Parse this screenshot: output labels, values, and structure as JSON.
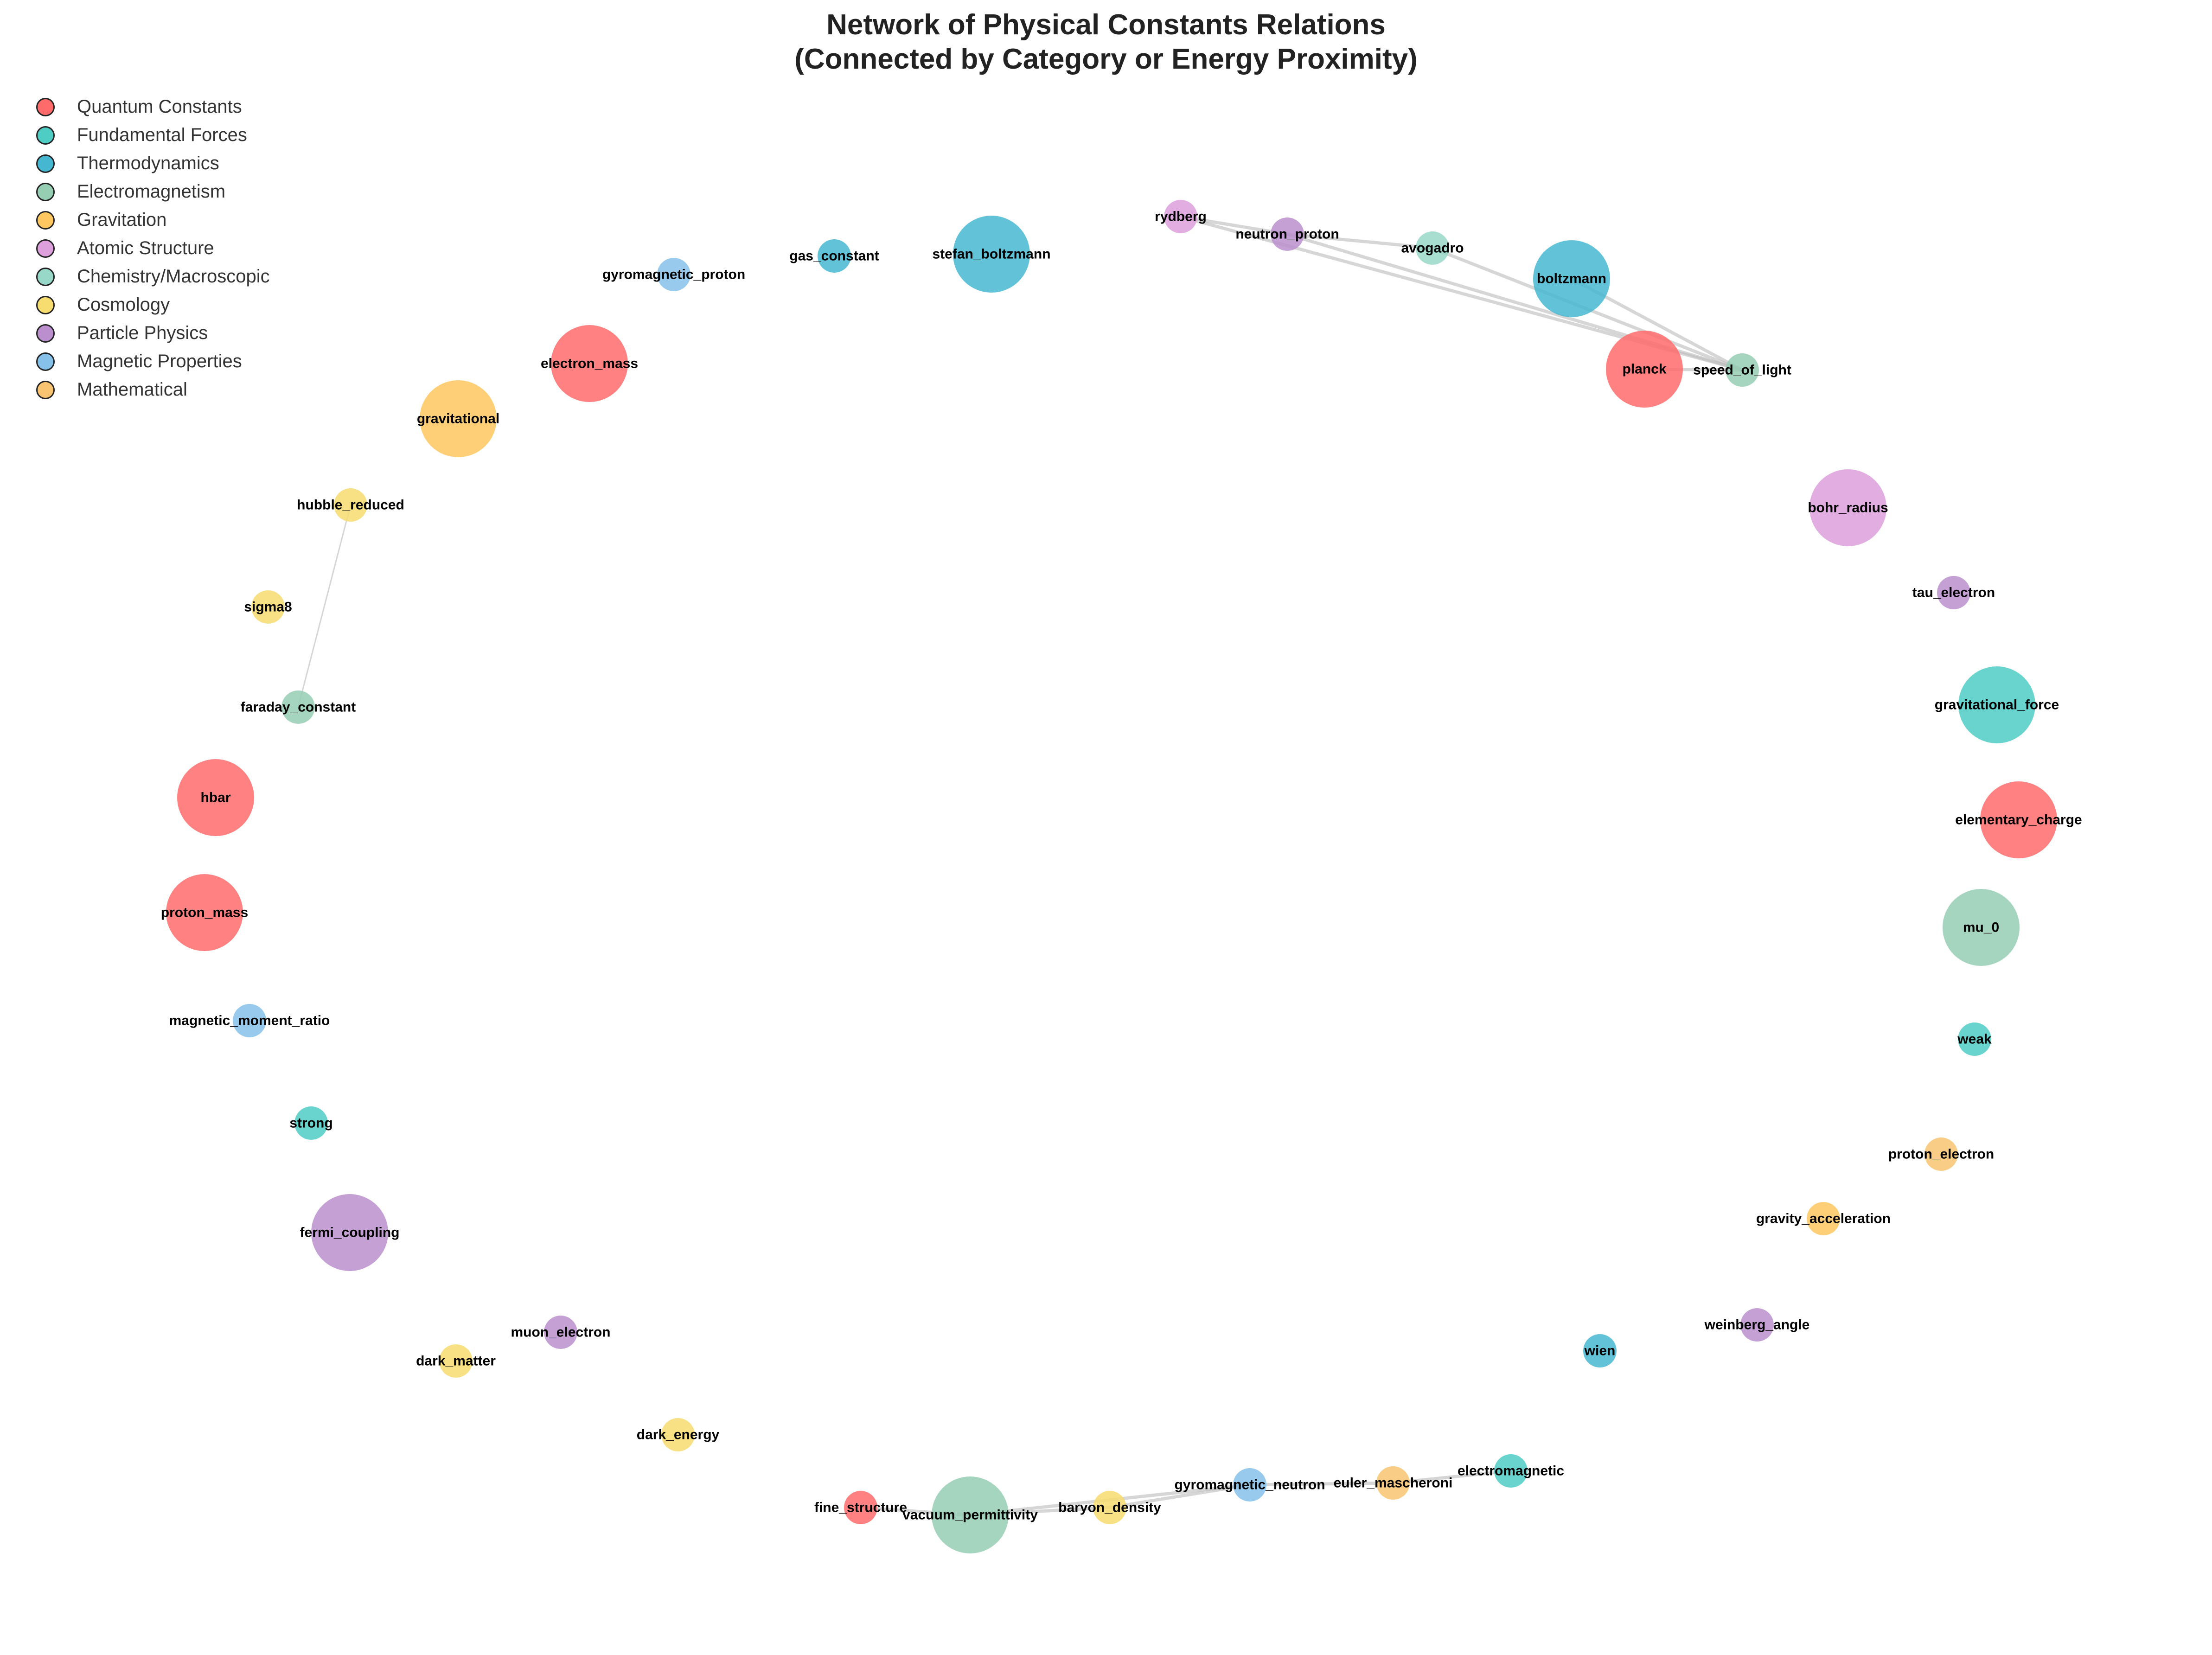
{
  "title_line1": "Network of Physical Constants Relations",
  "title_line2": "(Connected by Category or Energy Proximity)",
  "legend": [
    {
      "label": "Quantum Constants",
      "color": "#FF6B6B"
    },
    {
      "label": "Fundamental Forces",
      "color": "#4ECDC4"
    },
    {
      "label": "Thermodynamics",
      "color": "#45B7D1"
    },
    {
      "label": "Electromagnetism",
      "color": "#96CEB4"
    },
    {
      "label": "Gravitation",
      "color": "#FFC75F"
    },
    {
      "label": "Atomic Structure",
      "color": "#DDA0DD"
    },
    {
      "label": "Chemistry/Macroscopic",
      "color": "#98D8C8"
    },
    {
      "label": "Cosmology",
      "color": "#F7DC6F"
    },
    {
      "label": "Particle Physics",
      "color": "#BB8FCE"
    },
    {
      "label": "Magnetic Properties",
      "color": "#85C1E9"
    },
    {
      "label": "Mathematical",
      "color": "#F8C471"
    }
  ],
  "nodes": [
    {
      "id": "planck",
      "label": "planck",
      "category": "Quantum Constants"
    },
    {
      "id": "hbar",
      "label": "hbar",
      "category": "Quantum Constants"
    },
    {
      "id": "electron_mass",
      "label": "electron_mass",
      "category": "Quantum Constants"
    },
    {
      "id": "proton_mass",
      "label": "proton_mass",
      "category": "Quantum Constants"
    },
    {
      "id": "elementary_charge",
      "label": "elementary_charge",
      "category": "Quantum Constants"
    },
    {
      "id": "fine_structure",
      "label": "fine_structure",
      "category": "Quantum Constants"
    },
    {
      "id": "gravitational_force",
      "label": "gravitational_force",
      "category": "Fundamental Forces"
    },
    {
      "id": "weak",
      "label": "weak",
      "category": "Fundamental Forces"
    },
    {
      "id": "strong",
      "label": "strong",
      "category": "Fundamental Forces"
    },
    {
      "id": "electromagnetic",
      "label": "electromagnetic",
      "category": "Fundamental Forces"
    },
    {
      "id": "boltzmann",
      "label": "boltzmann",
      "category": "Thermodynamics"
    },
    {
      "id": "stefan_boltzmann",
      "label": "stefan_boltzmann",
      "category": "Thermodynamics"
    },
    {
      "id": "gas_constant",
      "label": "gas_constant",
      "category": "Thermodynamics"
    },
    {
      "id": "wien",
      "label": "wien",
      "category": "Thermodynamics"
    },
    {
      "id": "speed_of_light",
      "label": "speed_of_light",
      "category": "Electromagnetism"
    },
    {
      "id": "mu_0",
      "label": "mu_0",
      "category": "Electromagnetism"
    },
    {
      "id": "vacuum_permittivity",
      "label": "vacuum_permittivity",
      "category": "Electromagnetism"
    },
    {
      "id": "faraday_constant",
      "label": "faraday_constant",
      "category": "Electromagnetism"
    },
    {
      "id": "gravitational",
      "label": "gravitational",
      "category": "Gravitation"
    },
    {
      "id": "gravity_acceleration",
      "label": "gravity_acceleration",
      "category": "Gravitation"
    },
    {
      "id": "bohr_radius",
      "label": "bohr_radius",
      "category": "Atomic Structure"
    },
    {
      "id": "rydberg",
      "label": "rydberg",
      "category": "Atomic Structure"
    },
    {
      "id": "avogadro",
      "label": "avogadro",
      "category": "Chemistry/Macroscopic"
    },
    {
      "id": "hubble_reduced",
      "label": "hubble_reduced",
      "category": "Cosmology"
    },
    {
      "id": "sigma8",
      "label": "sigma8",
      "category": "Cosmology"
    },
    {
      "id": "dark_matter",
      "label": "dark_matter",
      "category": "Cosmology"
    },
    {
      "id": "dark_energy",
      "label": "dark_energy",
      "category": "Cosmology"
    },
    {
      "id": "baryon_density",
      "label": "baryon_density",
      "category": "Cosmology"
    },
    {
      "id": "neutron_proton",
      "label": "neutron_proton",
      "category": "Particle Physics"
    },
    {
      "id": "tau_electron",
      "label": "tau_electron",
      "category": "Particle Physics"
    },
    {
      "id": "fermi_coupling",
      "label": "fermi_coupling",
      "category": "Particle Physics"
    },
    {
      "id": "muon_electron",
      "label": "muon_electron",
      "category": "Particle Physics"
    },
    {
      "id": "weinberg_angle",
      "label": "weinberg_angle",
      "category": "Particle Physics"
    },
    {
      "id": "gyromagnetic_proton",
      "label": "gyromagnetic_proton",
      "category": "Magnetic Properties"
    },
    {
      "id": "magnetic_moment_ratio",
      "label": "magnetic_moment_ratio",
      "category": "Magnetic Properties"
    },
    {
      "id": "gyromagnetic_neutron",
      "label": "gyromagnetic_neutron",
      "category": "Magnetic Properties"
    },
    {
      "id": "proton_electron",
      "label": "proton_electron",
      "category": "Mathematical"
    },
    {
      "id": "euler_mascheroni",
      "label": "euler_mascheroni",
      "category": "Mathematical"
    }
  ],
  "edges": [
    {
      "source": "rydberg",
      "target": "neutron_proton",
      "weight": "strong"
    },
    {
      "source": "rydberg",
      "target": "speed_of_light",
      "weight": "strong"
    },
    {
      "source": "neutron_proton",
      "target": "avogadro",
      "weight": "strong"
    },
    {
      "source": "avogadro",
      "target": "speed_of_light",
      "weight": "strong"
    },
    {
      "source": "neutron_proton",
      "target": "speed_of_light",
      "weight": "strong"
    },
    {
      "source": "boltzmann",
      "target": "speed_of_light",
      "weight": "strong"
    },
    {
      "source": "planck",
      "target": "speed_of_light",
      "weight": "strong"
    },
    {
      "source": "hubble_reduced",
      "target": "faraday_constant",
      "weight": "weak"
    },
    {
      "source": "fine_structure",
      "target": "vacuum_permittivity",
      "weight": "strong"
    },
    {
      "source": "vacuum_permittivity",
      "target": "baryon_density",
      "weight": "strong"
    },
    {
      "source": "vacuum_permittivity",
      "target": "gyromagnetic_neutron",
      "weight": "strong"
    },
    {
      "source": "baryon_density",
      "target": "gyromagnetic_neutron",
      "weight": "strong"
    },
    {
      "source": "gyromagnetic_neutron",
      "target": "euler_mascheroni",
      "weight": "strong"
    },
    {
      "source": "euler_mascheroni",
      "target": "electromagnetic",
      "weight": "strong"
    }
  ]
}
